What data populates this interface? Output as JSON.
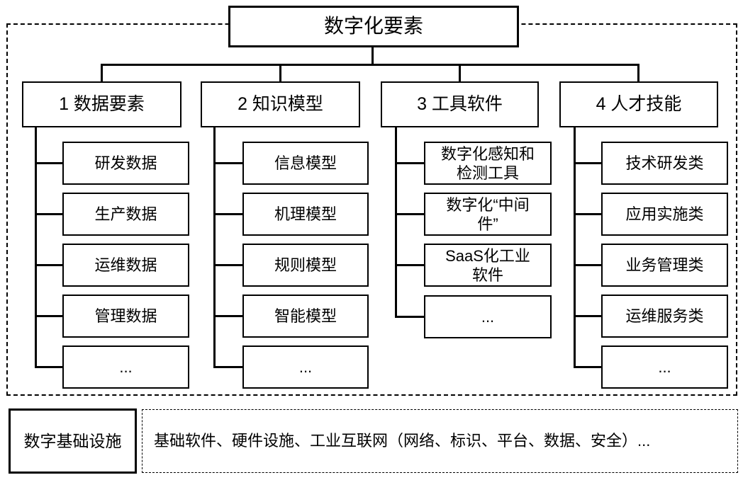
{
  "root": {
    "label": "数字化要素"
  },
  "branches": [
    {
      "label": "1 数据要素",
      "children": [
        "研发数据",
        "生产数据",
        "运维数据",
        "管理数据",
        "..."
      ]
    },
    {
      "label": "2 知识模型",
      "children": [
        "信息模型",
        "机理模型",
        "规则模型",
        "智能模型",
        "..."
      ]
    },
    {
      "label": "3 工具软件",
      "children": [
        "数字化感知和\n检测工具",
        "数字化“中间\n件”",
        "SaaS化工业\n软件",
        "..."
      ]
    },
    {
      "label": "4 人才技能",
      "children": [
        "技术研发类",
        "应用实施类",
        "业务管理类",
        "运维服务类",
        "..."
      ]
    }
  ],
  "infrastructure": {
    "label": "数字基础设施",
    "description": "基础软件、硬件设施、工业互联网（网络、标识、平台、数据、安全）..."
  }
}
